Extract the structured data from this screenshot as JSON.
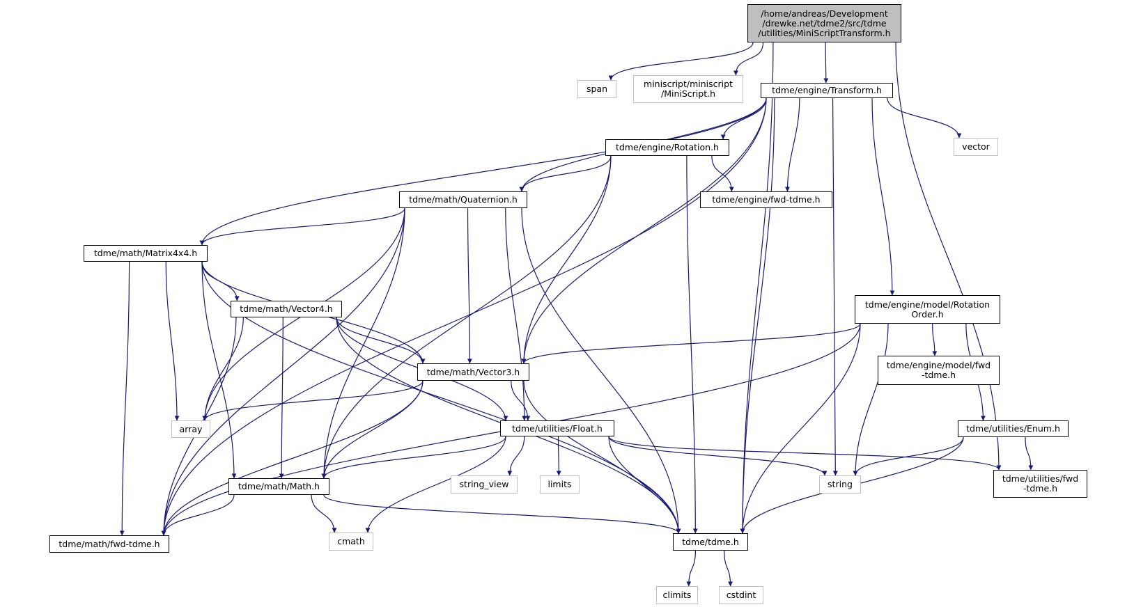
{
  "graph": {
    "edge_color": "#191970",
    "root_fill": "#bfbfbf",
    "external_border": "#bfbfbf",
    "nodes": [
      {
        "id": "root",
        "label": "/home/andreas/Development\n/drewke.net/tdme2/src/tdme\n/utilities/MiniScriptTransform.h",
        "kind": "root"
      },
      {
        "id": "span",
        "label": "span",
        "kind": "external"
      },
      {
        "id": "miniscript",
        "label": "miniscript/miniscript\n/MiniScript.h",
        "kind": "external"
      },
      {
        "id": "transform",
        "label": "tdme/engine/Transform.h",
        "kind": "project"
      },
      {
        "id": "vector",
        "label": "vector",
        "kind": "external"
      },
      {
        "id": "rotation",
        "label": "tdme/engine/Rotation.h",
        "kind": "project"
      },
      {
        "id": "quaternion",
        "label": "tdme/math/Quaternion.h",
        "kind": "project"
      },
      {
        "id": "engine_fwd",
        "label": "tdme/engine/fwd-tdme.h",
        "kind": "project"
      },
      {
        "id": "matrix4x4",
        "label": "tdme/math/Matrix4x4.h",
        "kind": "project"
      },
      {
        "id": "vector4",
        "label": "tdme/math/Vector4.h",
        "kind": "project"
      },
      {
        "id": "rotation_order",
        "label": "tdme/engine/model/Rotation\nOrder.h",
        "kind": "project"
      },
      {
        "id": "vector3",
        "label": "tdme/math/Vector3.h",
        "kind": "project"
      },
      {
        "id": "model_fwd",
        "label": "tdme/engine/model/fwd\n-tdme.h",
        "kind": "project"
      },
      {
        "id": "array",
        "label": "array",
        "kind": "external"
      },
      {
        "id": "float",
        "label": "tdme/utilities/Float.h",
        "kind": "project"
      },
      {
        "id": "enum",
        "label": "tdme/utilities/Enum.h",
        "kind": "project"
      },
      {
        "id": "string_view",
        "label": "string_view",
        "kind": "external"
      },
      {
        "id": "limits",
        "label": "limits",
        "kind": "external"
      },
      {
        "id": "string",
        "label": "string",
        "kind": "external"
      },
      {
        "id": "utilities_fwd",
        "label": "tdme/utilities/fwd\n-tdme.h",
        "kind": "project"
      },
      {
        "id": "math",
        "label": "tdme/math/Math.h",
        "kind": "project"
      },
      {
        "id": "math_fwd",
        "label": "tdme/math/fwd-tdme.h",
        "kind": "project"
      },
      {
        "id": "cmath",
        "label": "cmath",
        "kind": "external"
      },
      {
        "id": "tdme",
        "label": "tdme/tdme.h",
        "kind": "project"
      },
      {
        "id": "climits",
        "label": "climits",
        "kind": "external"
      },
      {
        "id": "cstdint",
        "label": "cstdint",
        "kind": "external"
      }
    ],
    "edges": [
      [
        "root",
        "span"
      ],
      [
        "root",
        "miniscript"
      ],
      [
        "root",
        "transform"
      ],
      [
        "root",
        "utilities_fwd"
      ],
      [
        "root",
        "tdme"
      ],
      [
        "transform",
        "math_fwd"
      ],
      [
        "transform",
        "matrix4x4"
      ],
      [
        "transform",
        "quaternion"
      ],
      [
        "transform",
        "vector3"
      ],
      [
        "transform",
        "rotation"
      ],
      [
        "transform",
        "engine_fwd"
      ],
      [
        "transform",
        "string"
      ],
      [
        "transform",
        "tdme"
      ],
      [
        "transform",
        "rotation_order"
      ],
      [
        "transform",
        "vector"
      ],
      [
        "rotation",
        "quaternion"
      ],
      [
        "rotation",
        "engine_fwd"
      ],
      [
        "rotation",
        "vector3"
      ],
      [
        "rotation",
        "math"
      ],
      [
        "rotation",
        "tdme"
      ],
      [
        "quaternion",
        "math_fwd"
      ],
      [
        "quaternion",
        "matrix4x4"
      ],
      [
        "quaternion",
        "array"
      ],
      [
        "quaternion",
        "math"
      ],
      [
        "quaternion",
        "vector3"
      ],
      [
        "quaternion",
        "float"
      ],
      [
        "quaternion",
        "tdme"
      ],
      [
        "matrix4x4",
        "math_fwd"
      ],
      [
        "matrix4x4",
        "math"
      ],
      [
        "matrix4x4",
        "array"
      ],
      [
        "matrix4x4",
        "vector4"
      ],
      [
        "matrix4x4",
        "vector3"
      ],
      [
        "matrix4x4",
        "tdme"
      ],
      [
        "vector4",
        "math_fwd"
      ],
      [
        "vector4",
        "array"
      ],
      [
        "vector4",
        "math"
      ],
      [
        "vector4",
        "tdme"
      ],
      [
        "vector4",
        "float"
      ],
      [
        "vector4",
        "vector3"
      ],
      [
        "rotation_order",
        "vector3"
      ],
      [
        "rotation_order",
        "math_fwd"
      ],
      [
        "rotation_order",
        "string"
      ],
      [
        "rotation_order",
        "model_fwd"
      ],
      [
        "rotation_order",
        "tdme"
      ],
      [
        "rotation_order",
        "enum"
      ],
      [
        "vector3",
        "array"
      ],
      [
        "vector3",
        "math_fwd"
      ],
      [
        "vector3",
        "math"
      ],
      [
        "vector3",
        "float"
      ],
      [
        "vector3",
        "tdme"
      ],
      [
        "float",
        "math"
      ],
      [
        "float",
        "cmath"
      ],
      [
        "float",
        "string_view"
      ],
      [
        "float",
        "limits"
      ],
      [
        "float",
        "tdme"
      ],
      [
        "float",
        "string"
      ],
      [
        "float",
        "utilities_fwd"
      ],
      [
        "enum",
        "string"
      ],
      [
        "enum",
        "utilities_fwd"
      ],
      [
        "enum",
        "tdme"
      ],
      [
        "math",
        "math_fwd"
      ],
      [
        "math",
        "cmath"
      ],
      [
        "math",
        "tdme"
      ],
      [
        "tdme",
        "climits"
      ],
      [
        "tdme",
        "cstdint"
      ]
    ]
  }
}
